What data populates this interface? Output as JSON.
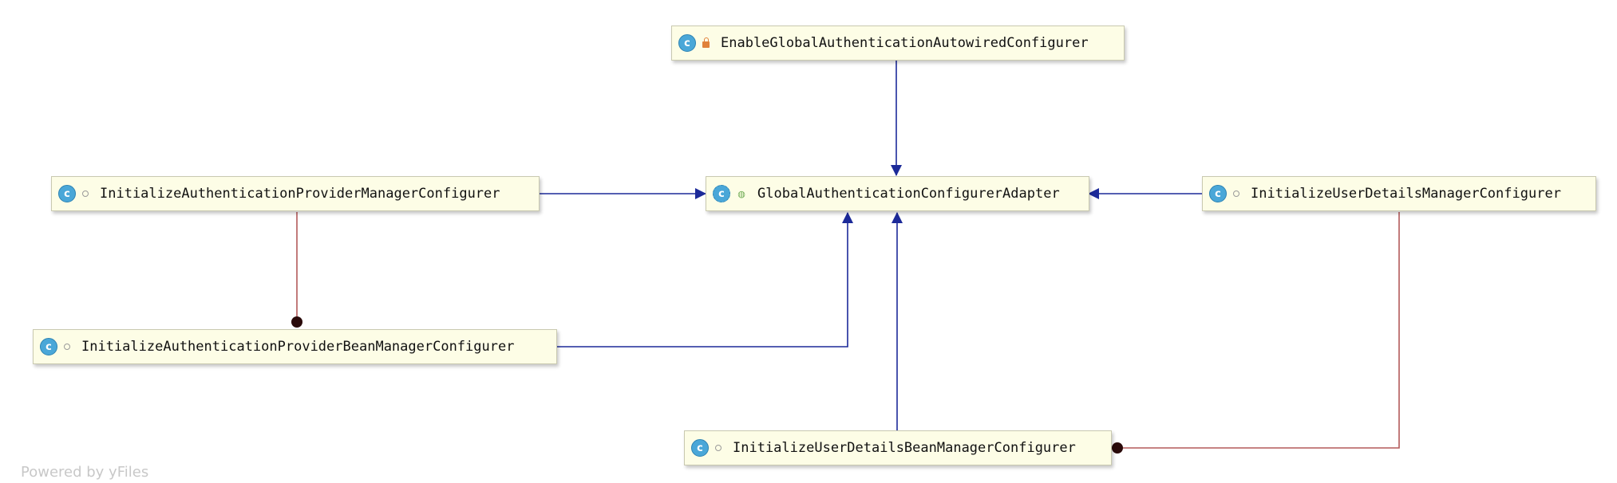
{
  "nodes": {
    "enable": {
      "label": "EnableGlobalAuthenticationAutowiredConfigurer",
      "icon": "class-icon",
      "visibility": "private-lock-icon"
    },
    "adapter": {
      "label": "GlobalAuthenticationConfigurerAdapter",
      "icon": "abstract-class-icon",
      "visibility": "abstract-marker-icon"
    },
    "provider": {
      "label": "InitializeAuthenticationProviderManagerConfigurer",
      "icon": "class-icon",
      "visibility": "package-private-icon"
    },
    "userdetails": {
      "label": "InitializeUserDetailsManagerConfigurer",
      "icon": "class-icon",
      "visibility": "package-private-icon"
    },
    "providerbean": {
      "label": "InitializeAuthenticationProviderBeanManagerConfigurer",
      "icon": "class-icon",
      "visibility": "package-private-icon"
    },
    "userdetailsbean": {
      "label": "InitializeUserDetailsBeanManagerConfigurer",
      "icon": "class-icon",
      "visibility": "package-private-icon"
    }
  },
  "icon_letter": "c",
  "colors": {
    "inheritance": "#1c2a99",
    "inner_class": "#b35a5a",
    "node_fill": "#fdfde6",
    "class_icon": "#4aa7d8"
  },
  "footer": "Powered by yFiles"
}
